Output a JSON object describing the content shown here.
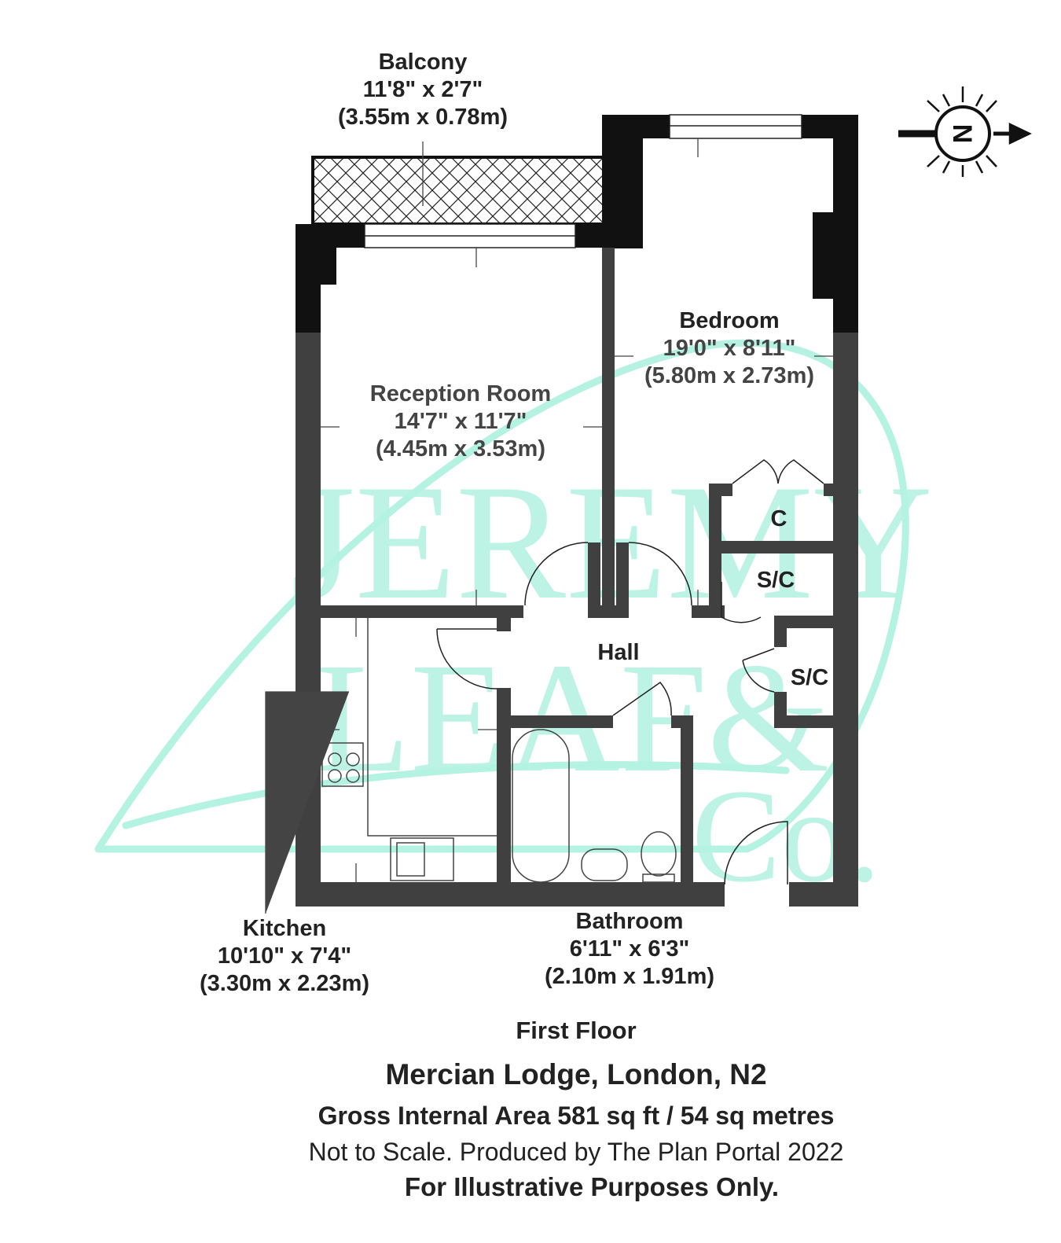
{
  "rooms": {
    "balcony": {
      "name": "Balcony",
      "imperial": "11'8\" x 2'7\"",
      "metric": "(3.55m x 0.78m)"
    },
    "bedroom": {
      "name": "Bedroom",
      "imperial": "19'0\" x 8'11\"",
      "metric": "(5.80m x 2.73m)"
    },
    "reception": {
      "name": "Reception Room",
      "imperial": "14'7\" x 11'7\"",
      "metric": "(4.45m x 3.53m)"
    },
    "kitchen": {
      "name": "Kitchen",
      "imperial": "10'10\" x 7'4\"",
      "metric": "(3.30m x 2.23m)"
    },
    "bathroom": {
      "name": "Bathroom",
      "imperial": "6'11\" x 6'3\"",
      "metric": "(2.10m x 1.91m)"
    },
    "hall": {
      "name": "Hall"
    },
    "cupboard": {
      "name": "C"
    },
    "storage1": {
      "name": "S/C"
    },
    "storage2": {
      "name": "S/C"
    }
  },
  "compass": {
    "letter": "N"
  },
  "footer": {
    "floor": "First Floor",
    "address": "Mercian Lodge, London, N2",
    "area": "Gross Internal Area 581 sq ft / 54 sq metres",
    "disclaimer": "Not to Scale. Produced by The Plan Portal 2022",
    "purpose": "For Illustrative Purposes Only."
  },
  "watermark": {
    "text": "JEREMY LEAF & Co."
  },
  "colors": {
    "wall_dark": "#111111",
    "wall_grey": "#404040",
    "watermark": "#a8f0dc"
  }
}
